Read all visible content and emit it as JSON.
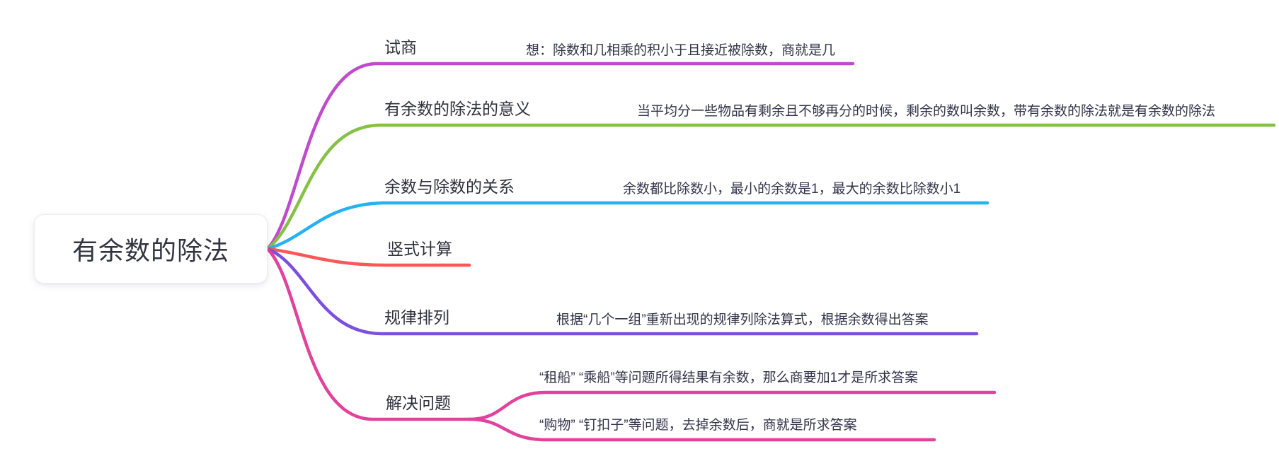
{
  "root": {
    "label": "有余数的除法"
  },
  "branches": [
    {
      "label": "试商",
      "color": "#c149ce",
      "note": "想：除数和几相乘的积小于且接近被除数，商就是几"
    },
    {
      "label": "有余数的除法的意义",
      "color": "#86c145",
      "note": "当平均分一些物品有剩余且不够再分的时候，剩余的数叫余数，带有余数的除法就是有余数的除法"
    },
    {
      "label": "余数与除数的关系",
      "color": "#24b2f2",
      "note": "余数都比除数小，最小的余数是1，最大的余数比除数小1"
    },
    {
      "label": "竖式计算",
      "color": "#fb5658"
    },
    {
      "label": "规律排列",
      "color": "#7b4fe0",
      "note": "根据“几个一组”重新出现的规律列除法算式，根据余数得出答案"
    },
    {
      "label": "解决问题",
      "color": "#e0429c",
      "notes": [
        "“租船” “乘船”等问题所得结果有余数，那么商要加1才是所求答案",
        "“购物” “钉扣子”等问题，去掉余数后，商就是所求答案"
      ]
    }
  ]
}
